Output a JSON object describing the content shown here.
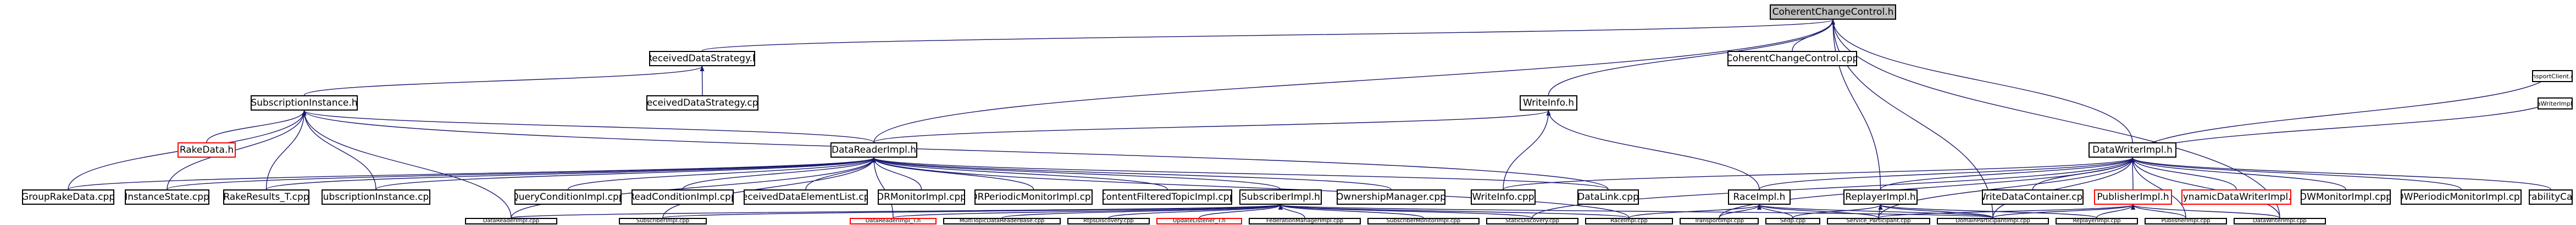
{
  "graph": {
    "colors": {
      "edge": "#191970",
      "root_fill": "#bfbfbf",
      "missing_border": "#ff0000"
    },
    "nodes": [
      {
        "id": "coherent_h",
        "label": "CoherentChangeControl.h",
        "style": "root"
      },
      {
        "id": "received_h",
        "label": "ReceivedDataStrategy.h"
      },
      {
        "id": "coherent_cpp",
        "label": "CoherentChangeControl.cpp"
      },
      {
        "id": "subinst_h",
        "label": "SubscriptionInstance.h"
      },
      {
        "id": "received_cpp",
        "label": "ReceivedDataStrategy.cpp"
      },
      {
        "id": "writeinfo_h",
        "label": "WriteInfo.h"
      },
      {
        "id": "rakedata_h",
        "label": "RakeData.h",
        "style": "missing"
      },
      {
        "id": "datareaderimpl_h",
        "label": "DataReaderImpl.h"
      },
      {
        "id": "datawriterimpl_h",
        "label": "DataWriterImpl.h"
      },
      {
        "id": "groupraked",
        "label": "GroupRakeData.cpp"
      },
      {
        "id": "instancestate",
        "label": "InstanceState.cpp"
      },
      {
        "id": "rakeresults",
        "label": "RakeResults_T.cpp"
      },
      {
        "id": "subinst_cpp",
        "label": "SubscriptionInstance.cpp"
      },
      {
        "id": "querycond",
        "label": "QueryConditionImpl.cpp"
      },
      {
        "id": "readcond",
        "label": "ReadConditionImpl.cpp"
      },
      {
        "id": "receivedelem",
        "label": "ReceivedDataElementList.cpp"
      },
      {
        "id": "drmonitor",
        "label": "DRMonitorImpl.cpp"
      },
      {
        "id": "drperiodic",
        "label": "DRPeriodicMonitorImpl.cpp"
      },
      {
        "id": "cft",
        "label": "ContentFilteredTopicImpl.cpp"
      },
      {
        "id": "subscriberimpl_h",
        "label": "SubscriberImpl.h"
      },
      {
        "id": "ownership",
        "label": "OwnershipManager.cpp"
      },
      {
        "id": "writeinfo_cpp",
        "label": "WriteInfo.cpp"
      },
      {
        "id": "datalink",
        "label": "DataLink.cpp"
      },
      {
        "id": "raceimpl_h",
        "label": "RaceImpl.h"
      },
      {
        "id": "replayerimpl_h",
        "label": "ReplayerImpl.h"
      },
      {
        "id": "writedatacont",
        "label": "WriteDataContainer.cpp"
      },
      {
        "id": "publisherimpl_h",
        "label": "PublisherImpl.h"
      },
      {
        "id": "dynamicdw",
        "label": "DynamicDataWriterImpl.h",
        "style": "missing"
      },
      {
        "id": "dwmonitor",
        "label": "DWMonitorImpl.cpp"
      },
      {
        "id": "dwperiodic",
        "label": "DWPeriodicMonitorImpl.cpp"
      },
      {
        "id": "durability",
        "label": "DataDurabilityCache.cpp"
      },
      {
        "id": "datawriterimpl_t",
        "label": "DataWriterImpl_T.h"
      },
      {
        "id": "transportclient",
        "label": "TransportClient.cpp"
      },
      {
        "id": "datareaderimpl_cpp",
        "label": "DataReaderImpl.cpp"
      },
      {
        "id": "subscriberimpl_cpp",
        "label": "SubscriberImpl.cpp"
      },
      {
        "id": "datareaderimpl_t",
        "label": "DataReaderImpl_T.h",
        "style": "missing"
      },
      {
        "id": "multitopic",
        "label": "MultiTopicDataReaderBase.cpp"
      },
      {
        "id": "rtps",
        "label": "RtpsDiscovery.cpp"
      },
      {
        "id": "updatelistener",
        "label": "UpdateListener_T.h",
        "style": "missing"
      },
      {
        "id": "federation",
        "label": "FederationManagerImpl.cpp"
      },
      {
        "id": "submonitor",
        "label": "SubscriberMonitorImpl.cpp"
      },
      {
        "id": "staticdisc",
        "label": "StaticDiscovery.cpp"
      },
      {
        "id": "raceimpl_cpp",
        "label": "RaceImpl.cpp"
      },
      {
        "id": "transportimpl",
        "label": "TransportImpl.cpp"
      },
      {
        "id": "sedp",
        "label": "Sedp.cpp"
      },
      {
        "id": "service_participant",
        "label": "Service_Participant.cpp"
      },
      {
        "id": "domainparticipant",
        "label": "DomainParticipantImpl.cpp"
      },
      {
        "id": "replayerimpl_cpp",
        "label": "ReplayerImpl.cpp"
      },
      {
        "id": "publisherimpl_cpp",
        "label": "PublisherImpl.cpp"
      },
      {
        "id": "datawriterimpl_cpp",
        "label": "DataWriterImpl.cpp"
      }
    ],
    "edges": [
      [
        "coherent_h",
        "received_h"
      ],
      [
        "coherent_h",
        "coherent_cpp"
      ],
      [
        "coherent_h",
        "writeinfo_h"
      ],
      [
        "coherent_h",
        "datareaderimpl_h"
      ],
      [
        "coherent_h",
        "datawriterimpl_h"
      ],
      [
        "coherent_h",
        "replayerimpl_h"
      ],
      [
        "coherent_h",
        "domainparticipant"
      ],
      [
        "coherent_h",
        "datawriterimpl_cpp"
      ],
      [
        "received_h",
        "subinst_h"
      ],
      [
        "received_h",
        "received_cpp"
      ],
      [
        "subinst_h",
        "rakedata_h"
      ],
      [
        "subinst_h",
        "datareaderimpl_h"
      ],
      [
        "subinst_h",
        "groupraked"
      ],
      [
        "subinst_h",
        "instancestate"
      ],
      [
        "subinst_h",
        "rakeresults"
      ],
      [
        "subinst_h",
        "subinst_cpp"
      ],
      [
        "subinst_h",
        "datareaderimpl_cpp"
      ],
      [
        "subinst_h",
        "datalink"
      ],
      [
        "writeinfo_h",
        "datareaderimpl_h"
      ],
      [
        "writeinfo_h",
        "writeinfo_cpp"
      ],
      [
        "writeinfo_h",
        "raceimpl_h"
      ],
      [
        "datareaderimpl_h",
        "groupraked"
      ],
      [
        "datareaderimpl_h",
        "instancestate"
      ],
      [
        "datareaderimpl_h",
        "rakeresults"
      ],
      [
        "datareaderimpl_h",
        "subinst_cpp"
      ],
      [
        "datareaderimpl_h",
        "querycond"
      ],
      [
        "datareaderimpl_h",
        "readcond"
      ],
      [
        "datareaderimpl_h",
        "receivedelem"
      ],
      [
        "datareaderimpl_h",
        "drmonitor"
      ],
      [
        "datareaderimpl_h",
        "drperiodic"
      ],
      [
        "datareaderimpl_h",
        "cft"
      ],
      [
        "datareaderimpl_h",
        "subscriberimpl_h"
      ],
      [
        "datareaderimpl_h",
        "ownership"
      ],
      [
        "datareaderimpl_h",
        "datalink"
      ],
      [
        "datareaderimpl_h",
        "datareaderimpl_cpp"
      ],
      [
        "datareaderimpl_h",
        "subscriberimpl_cpp"
      ],
      [
        "datareaderimpl_h",
        "datareaderimpl_t"
      ],
      [
        "datareaderimpl_h",
        "raceimpl_cpp"
      ],
      [
        "datawriterimpl_h",
        "writeinfo_cpp"
      ],
      [
        "datawriterimpl_h",
        "raceimpl_h"
      ],
      [
        "datawriterimpl_h",
        "replayerimpl_h"
      ],
      [
        "datawriterimpl_h",
        "writedatacont"
      ],
      [
        "datawriterimpl_h",
        "publisherimpl_h"
      ],
      [
        "datawriterimpl_h",
        "dynamicdw"
      ],
      [
        "datawriterimpl_h",
        "dwmonitor"
      ],
      [
        "datawriterimpl_h",
        "dwperiodic"
      ],
      [
        "datawriterimpl_h",
        "durability"
      ],
      [
        "datawriterimpl_h",
        "datawriterimpl_t"
      ],
      [
        "datawriterimpl_h",
        "transportclient"
      ],
      [
        "datawriterimpl_h",
        "datawriterimpl_cpp"
      ],
      [
        "datawriterimpl_h",
        "transportimpl"
      ],
      [
        "datawriterimpl_h",
        "domainparticipant"
      ],
      [
        "datawriterimpl_h",
        "publisherimpl_cpp"
      ],
      [
        "datawriterimpl_h",
        "service_participant"
      ],
      [
        "datawriterimpl_h",
        "staticdisc"
      ],
      [
        "subscriberimpl_h",
        "datareaderimpl_cpp"
      ],
      [
        "subscriberimpl_h",
        "subscriberimpl_cpp"
      ],
      [
        "subscriberimpl_h",
        "datareaderimpl_t"
      ],
      [
        "subscriberimpl_h",
        "multitopic"
      ],
      [
        "subscriberimpl_h",
        "rtps"
      ],
      [
        "subscriberimpl_h",
        "updatelistener"
      ],
      [
        "subscriberimpl_h",
        "federation"
      ],
      [
        "subscriberimpl_h",
        "submonitor"
      ],
      [
        "subscriberimpl_h",
        "staticdisc"
      ],
      [
        "subscriberimpl_h",
        "raceimpl_cpp"
      ],
      [
        "subscriberimpl_h",
        "domainparticipant"
      ],
      [
        "raceimpl_h",
        "raceimpl_cpp"
      ],
      [
        "raceimpl_h",
        "transportimpl"
      ],
      [
        "raceimpl_h",
        "sedp"
      ],
      [
        "raceimpl_h",
        "service_participant"
      ],
      [
        "raceimpl_h",
        "domainparticipant"
      ],
      [
        "replayerimpl_h",
        "sedp"
      ],
      [
        "replayerimpl_h",
        "service_participant"
      ],
      [
        "replayerimpl_h",
        "domainparticipant"
      ],
      [
        "replayerimpl_h",
        "replayerimpl_cpp"
      ],
      [
        "publisherimpl_h",
        "service_participant"
      ],
      [
        "publisherimpl_h",
        "domainparticipant"
      ],
      [
        "publisherimpl_h",
        "replayerimpl_cpp"
      ],
      [
        "publisherimpl_h",
        "publisherimpl_cpp"
      ],
      [
        "publisherimpl_h",
        "datawriterimpl_cpp"
      ]
    ]
  }
}
